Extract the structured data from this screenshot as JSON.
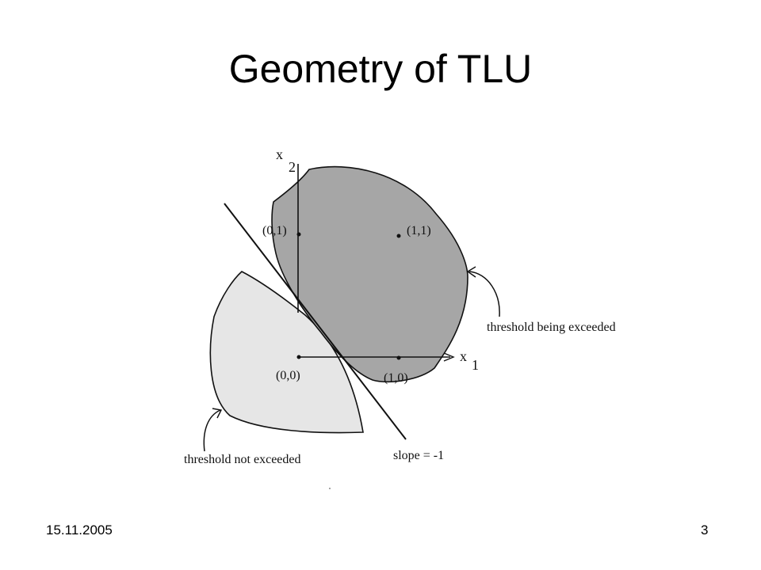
{
  "slide": {
    "title": "Geometry of TLU",
    "footer_date": "15.11.2005",
    "page_number": "3"
  },
  "diagram": {
    "axis_x_label": "x",
    "axis_x_subscript": "1",
    "axis_y_label": "x",
    "axis_y_subscript": "2",
    "point_00": "(0,0)",
    "point_01": "(0,1)",
    "point_10": "(1,0)",
    "point_11": "(1,1)",
    "region_exceeded_label": "threshold being exceeded",
    "region_not_exceeded_label": "threshold not exceeded",
    "line_label": "slope = -1",
    "colors": {
      "exceeded_region": "#a6a6a6",
      "not_exceeded_region": "#e6e6e6",
      "ink": "#111111"
    }
  }
}
